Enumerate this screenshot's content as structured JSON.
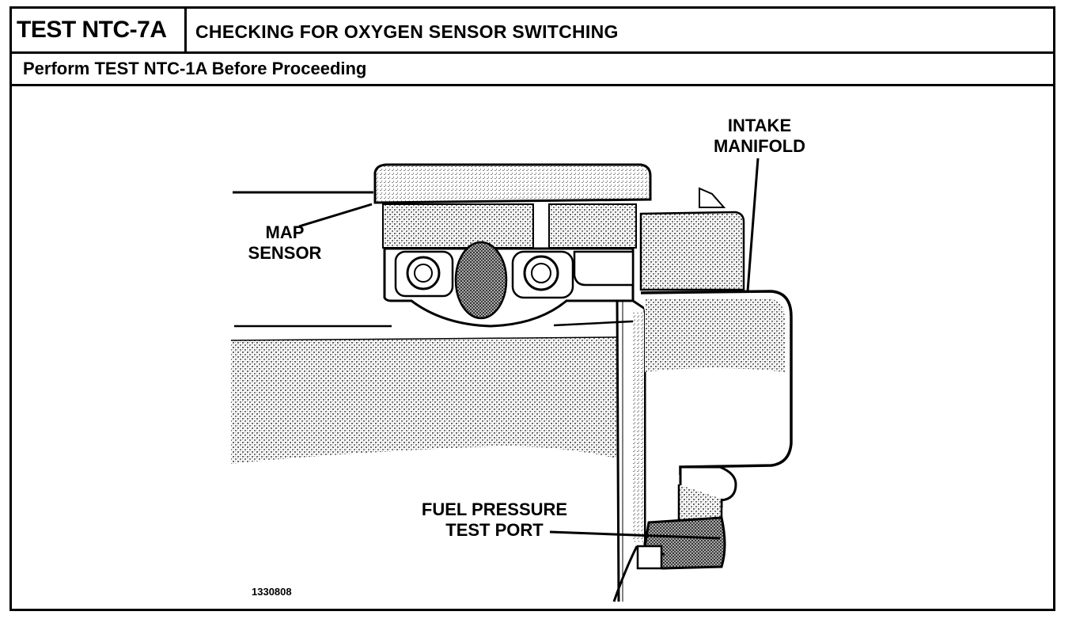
{
  "header": {
    "test_id": "TEST NTC-7A",
    "title": "CHECKING FOR OXYGEN SENSOR SWITCHING"
  },
  "subheader": {
    "prerequisite": "Perform TEST NTC-1A Before Proceeding"
  },
  "illustration": {
    "labels": {
      "intake_line1": "INTAKE",
      "intake_line2": "MANIFOLD",
      "map_line1": "MAP",
      "map_line2": "SENSOR",
      "fuel_line1": "FUEL PRESSURE",
      "fuel_line2": "TEST PORT"
    },
    "figure_number": "1330808"
  },
  "colors": {
    "ink": "#000000",
    "paper": "#ffffff",
    "shade": "#9a9a9a",
    "dark_shade": "#555555"
  }
}
